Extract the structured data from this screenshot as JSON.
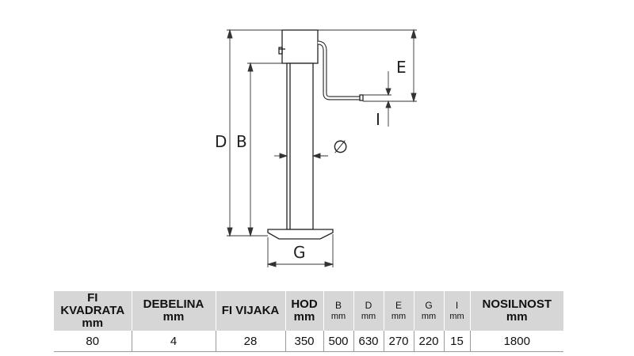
{
  "diagram": {
    "labels": {
      "D": "D",
      "B": "B",
      "E": "E",
      "I": "I",
      "G": "G",
      "diameter": "∅"
    }
  },
  "table": {
    "headers": [
      {
        "lines": [
          "FI",
          "KVADRATA",
          "mm"
        ],
        "style": "bold"
      },
      {
        "lines": [
          "DEBELINA",
          "mm"
        ],
        "style": "bold"
      },
      {
        "lines": [
          "FI VIJAKA"
        ],
        "style": "bold"
      },
      {
        "lines": [
          "HOD",
          "mm"
        ],
        "style": "bold"
      },
      {
        "lines": [
          "B",
          "mm"
        ],
        "style": "small"
      },
      {
        "lines": [
          "D",
          "mm"
        ],
        "style": "small"
      },
      {
        "lines": [
          "E",
          "mm"
        ],
        "style": "small"
      },
      {
        "lines": [
          "G",
          "mm"
        ],
        "style": "small"
      },
      {
        "lines": [
          "I",
          "mm"
        ],
        "style": "small"
      },
      {
        "lines": [
          "NOSILNOST",
          "mm"
        ],
        "style": "bold"
      }
    ],
    "rows": [
      [
        "80",
        "4",
        "28",
        "350",
        "500",
        "630",
        "270",
        "220",
        "15",
        "1800"
      ]
    ]
  }
}
